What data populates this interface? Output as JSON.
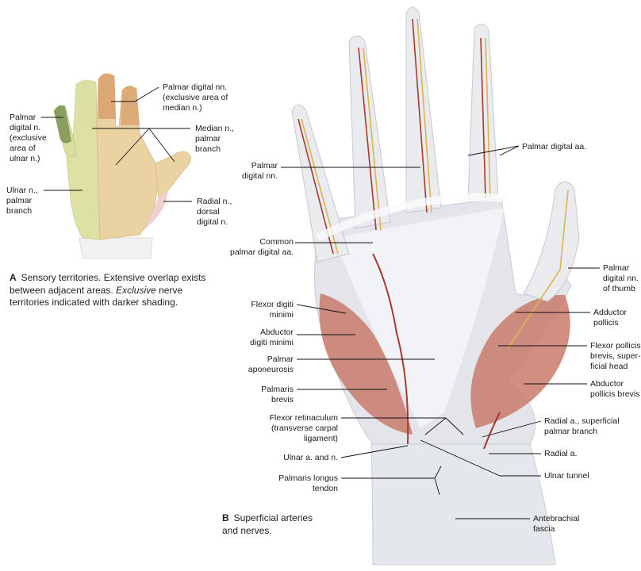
{
  "panelA": {
    "letter": "A",
    "caption_part1": "Sensory territories. Extensive overlap exists between adjacent areas. ",
    "caption_emph": "Exclusive",
    "caption_part2": " nerve territories indicated with darker shading.",
    "labels": {
      "palmar_digital_ulnar": "Palmar\ndigital n.\n(exclusive\narea of\nulnar n.)",
      "ulnar_palmar": "Ulnar n.,\npalmar\nbranch",
      "palmar_digital_median": "Palmar digital nn.\n(exclusive area of\nmedian n.)",
      "median_palmar": "Median n.,\npalmar\nbranch",
      "radial_dorsal": "Radial n.,\ndorsal\ndigital n."
    },
    "colors": {
      "ulnar": "#d9dfa1",
      "ulnar_exclusive": "#8fa063",
      "median": "#ebd2a4",
      "median_exclusive": "#d9a874",
      "radial": "#efd0cf",
      "sleeve": "#f4f4f4"
    }
  },
  "panelB": {
    "letter": "B",
    "caption": "Superficial arteries\nand nerves.",
    "labels": {
      "palmar_digital_nn": "Palmar\ndigital nn.",
      "palmar_digital_aa": "Palmar digital aa.",
      "common_palmar": "Common\npalmar digital aa.",
      "palmar_digital_thumb": "Palmar\ndigital nn.\nof thumb",
      "flexor_digiti": "Flexor digiti\nminimi",
      "adductor_pollicis": "Adductor\npollicis",
      "abductor_digiti": "Abductor\ndigiti minimi",
      "flexor_pollicis": "Flexor pollicis\nbrevis, super-\nficial head",
      "palmar_aponeurosis": "Palmar\naponeurosis",
      "abductor_pollicis": "Abductor\npollicis brevis",
      "palmaris_brevis": "Palmaris\nbrevis",
      "flexor_retinaculum": "Flexor retinaculum\n(transverse carpal\nligament)",
      "radial_superficial": "Radial a., superficial\npalmar branch",
      "ulnar_a_n": "Ulnar a. and n.",
      "radial_a": "Radial a.",
      "ulnar_tunnel": "Ulnar tunnel",
      "palmaris_longus": "Palmaris longus\ntendon",
      "antebrachial": "Antebrachial\nfascia"
    },
    "colors": {
      "fascia": "#e6e9ee",
      "tendon": "#f6f7f9",
      "muscle": "#c9796a",
      "artery": "#a83a2c",
      "nerve": "#d9b64a"
    }
  }
}
